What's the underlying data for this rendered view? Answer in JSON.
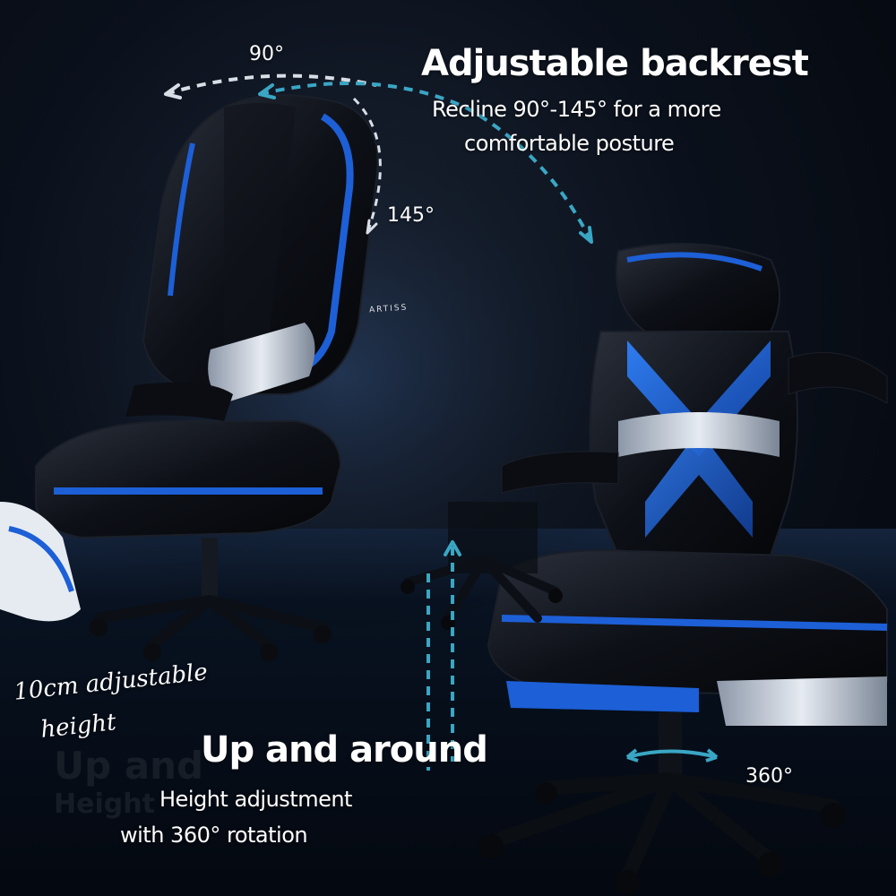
{
  "backrest": {
    "title": "Adjustable backrest",
    "description_line1": "Recline 90°-145° for a more",
    "description_line2": "comfortable posture",
    "angle_upright": "90°",
    "angle_recline": "145°"
  },
  "height": {
    "title": "Up and around",
    "description_line1": "Height adjustment",
    "description_line2": "with 360° rotation",
    "handwritten_line1": "10cm adjustable",
    "handwritten_line2": "height",
    "rotation_label": "360°"
  },
  "brand_logo": "ARTISS",
  "colors": {
    "accent_blue": "#1d5fd6",
    "arrow_teal": "#3aa6c4",
    "seat_black": "#0d0f14",
    "seat_white": "#e6ebf2"
  }
}
